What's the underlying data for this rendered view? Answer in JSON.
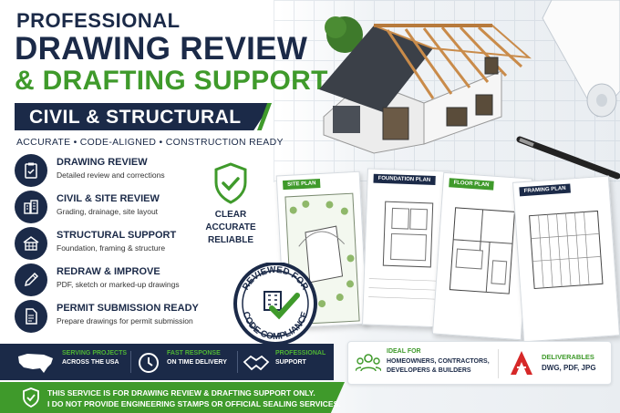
{
  "header": {
    "title_line1": "PROFESSIONAL",
    "title_line2": "DRAWING REVIEW",
    "title_line3": "& DRAFTING SUPPORT",
    "band": "CIVIL & STRUCTURAL",
    "tagline": "ACCURATE • CODE-ALIGNED • CONSTRUCTION READY"
  },
  "features": [
    {
      "title": "DRAWING REVIEW",
      "desc": "Detailed review and corrections",
      "icon": "clipboard-check-icon"
    },
    {
      "title": "CIVIL & SITE REVIEW",
      "desc": "Grading, drainage, site layout",
      "icon": "buildings-icon"
    },
    {
      "title": "STRUCTURAL SUPPORT",
      "desc": "Foundation, framing & structure",
      "icon": "house-frame-icon"
    },
    {
      "title": "REDRAW & IMPROVE",
      "desc": "PDF, sketch or marked-up drawings",
      "icon": "pencil-icon"
    },
    {
      "title": "PERMIT SUBMISSION READY",
      "desc": "Prepare drawings for permit submission",
      "icon": "document-icon"
    }
  ],
  "badge": {
    "line1": "CLEAR",
    "line2": "ACCURATE",
    "line3": "RELIABLE",
    "icon": "shield-check-icon"
  },
  "sheets": [
    "SITE PLAN",
    "FOUNDATION PLAN",
    "FLOOR PLAN",
    "FRAMING PLAN"
  ],
  "seal": {
    "top": "REVIEWED FOR",
    "bottom": "CODE COMPLIANCE"
  },
  "bottom_bar": [
    {
      "green": "SERVING PROJECTS",
      "white": "ACROSS THE USA",
      "icon": "usa-map-icon"
    },
    {
      "green": "FAST RESPONSE",
      "white": "ON TIME DELIVERY",
      "icon": "clock-icon"
    },
    {
      "green": "PROFESSIONAL",
      "white": "SUPPORT",
      "icon": "handshake-icon"
    }
  ],
  "notice": {
    "line1": "THIS SERVICE IS FOR DRAWING REVIEW & DRAFTING SUPPORT ONLY.",
    "line2": "I DO NOT PROVIDE ENGINEERING STAMPS OR OFFICIAL SEALING SERVICES."
  },
  "ideal_for": {
    "label": "IDEAL FOR",
    "text1": "HOMEOWNERS, CONTRACTORS,",
    "text2": "DEVELOPERS & BUILDERS"
  },
  "deliverables": {
    "label": "DELIVERABLES",
    "text": "DWG, PDF, JPG"
  },
  "colors": {
    "navy": "#1b2a48",
    "green": "#3f9a2b",
    "red": "#d62828"
  }
}
